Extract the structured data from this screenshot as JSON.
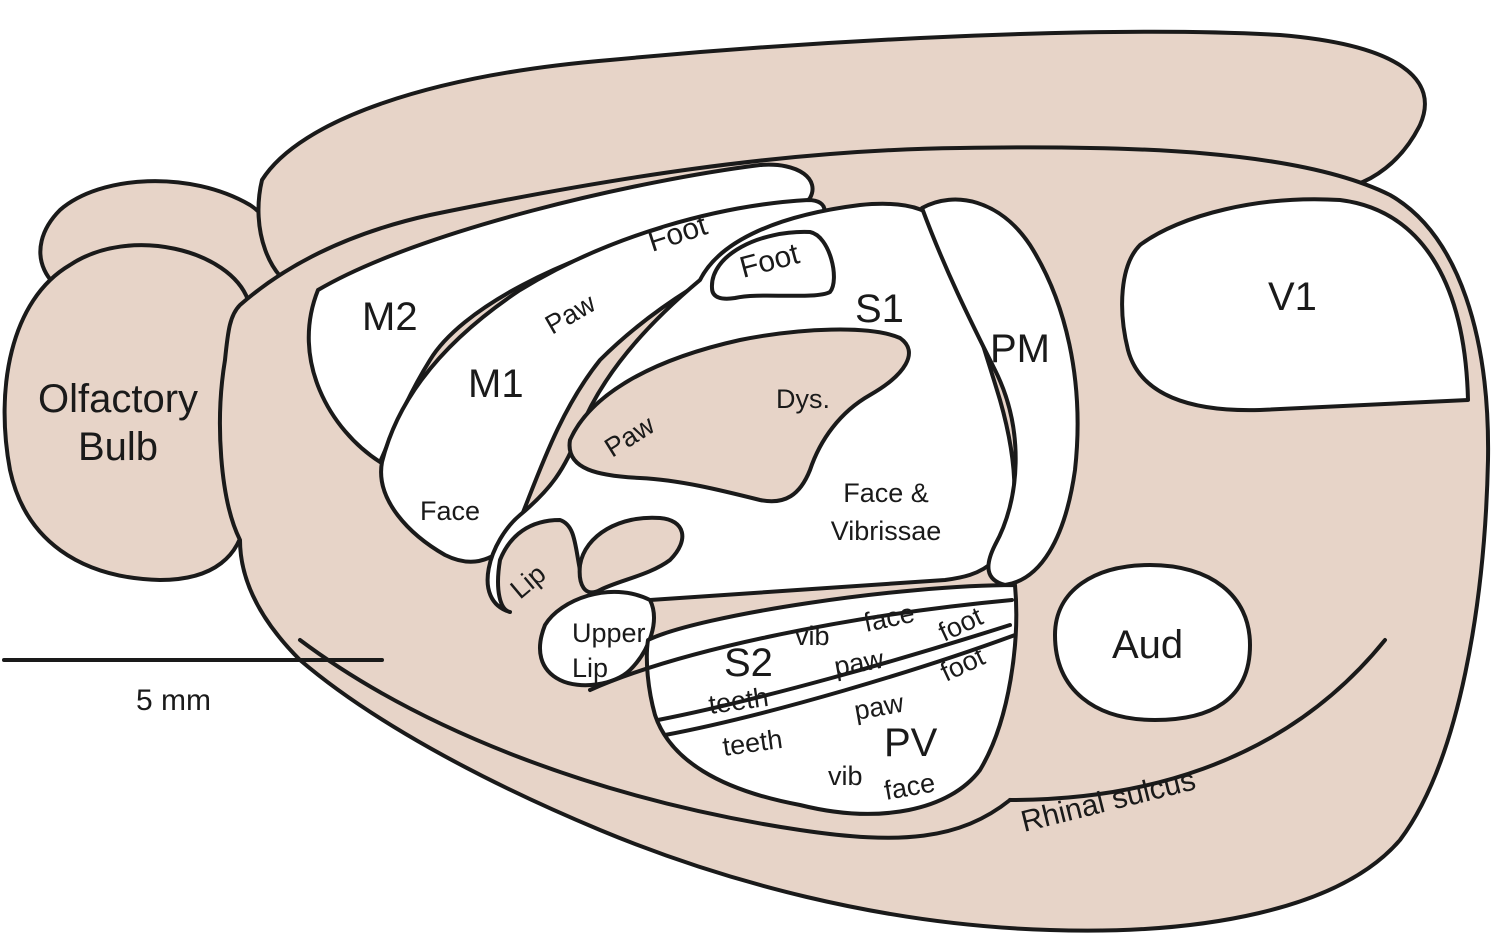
{
  "labels": {
    "olfactory_line1": "Olfactory",
    "olfactory_line2": "Bulb",
    "m2": "M2",
    "m1": "M1",
    "m1_paw": "Paw",
    "m1_foot": "Foot",
    "m1_face": "Face",
    "s1": "S1",
    "s1_foot": "Foot",
    "s1_paw": "Paw",
    "dys": "Dys.",
    "face_vib_line1": "Face &",
    "face_vib_line2": "Vibrissae",
    "lip": "Lip",
    "upper_lip_line1": "Upper",
    "upper_lip_line2": "Lip",
    "pm": "PM",
    "v1": "V1",
    "aud": "Aud",
    "s2": "S2",
    "s2_vib": "vib",
    "s2_face": "face",
    "s2_foot": "foot",
    "s2_paw": "paw",
    "s2_teeth": "teeth",
    "pv": "PV",
    "pv_foot": "foot",
    "pv_paw": "paw",
    "pv_teeth": "teeth",
    "pv_vib": "vib",
    "pv_face": "face",
    "rhinal": "Rhinal sulcus",
    "scale": "5 mm"
  },
  "colors": {
    "tissue": "#e7d4c8",
    "outline": "#1a1a1a",
    "cortical_area": "#ffffff"
  }
}
